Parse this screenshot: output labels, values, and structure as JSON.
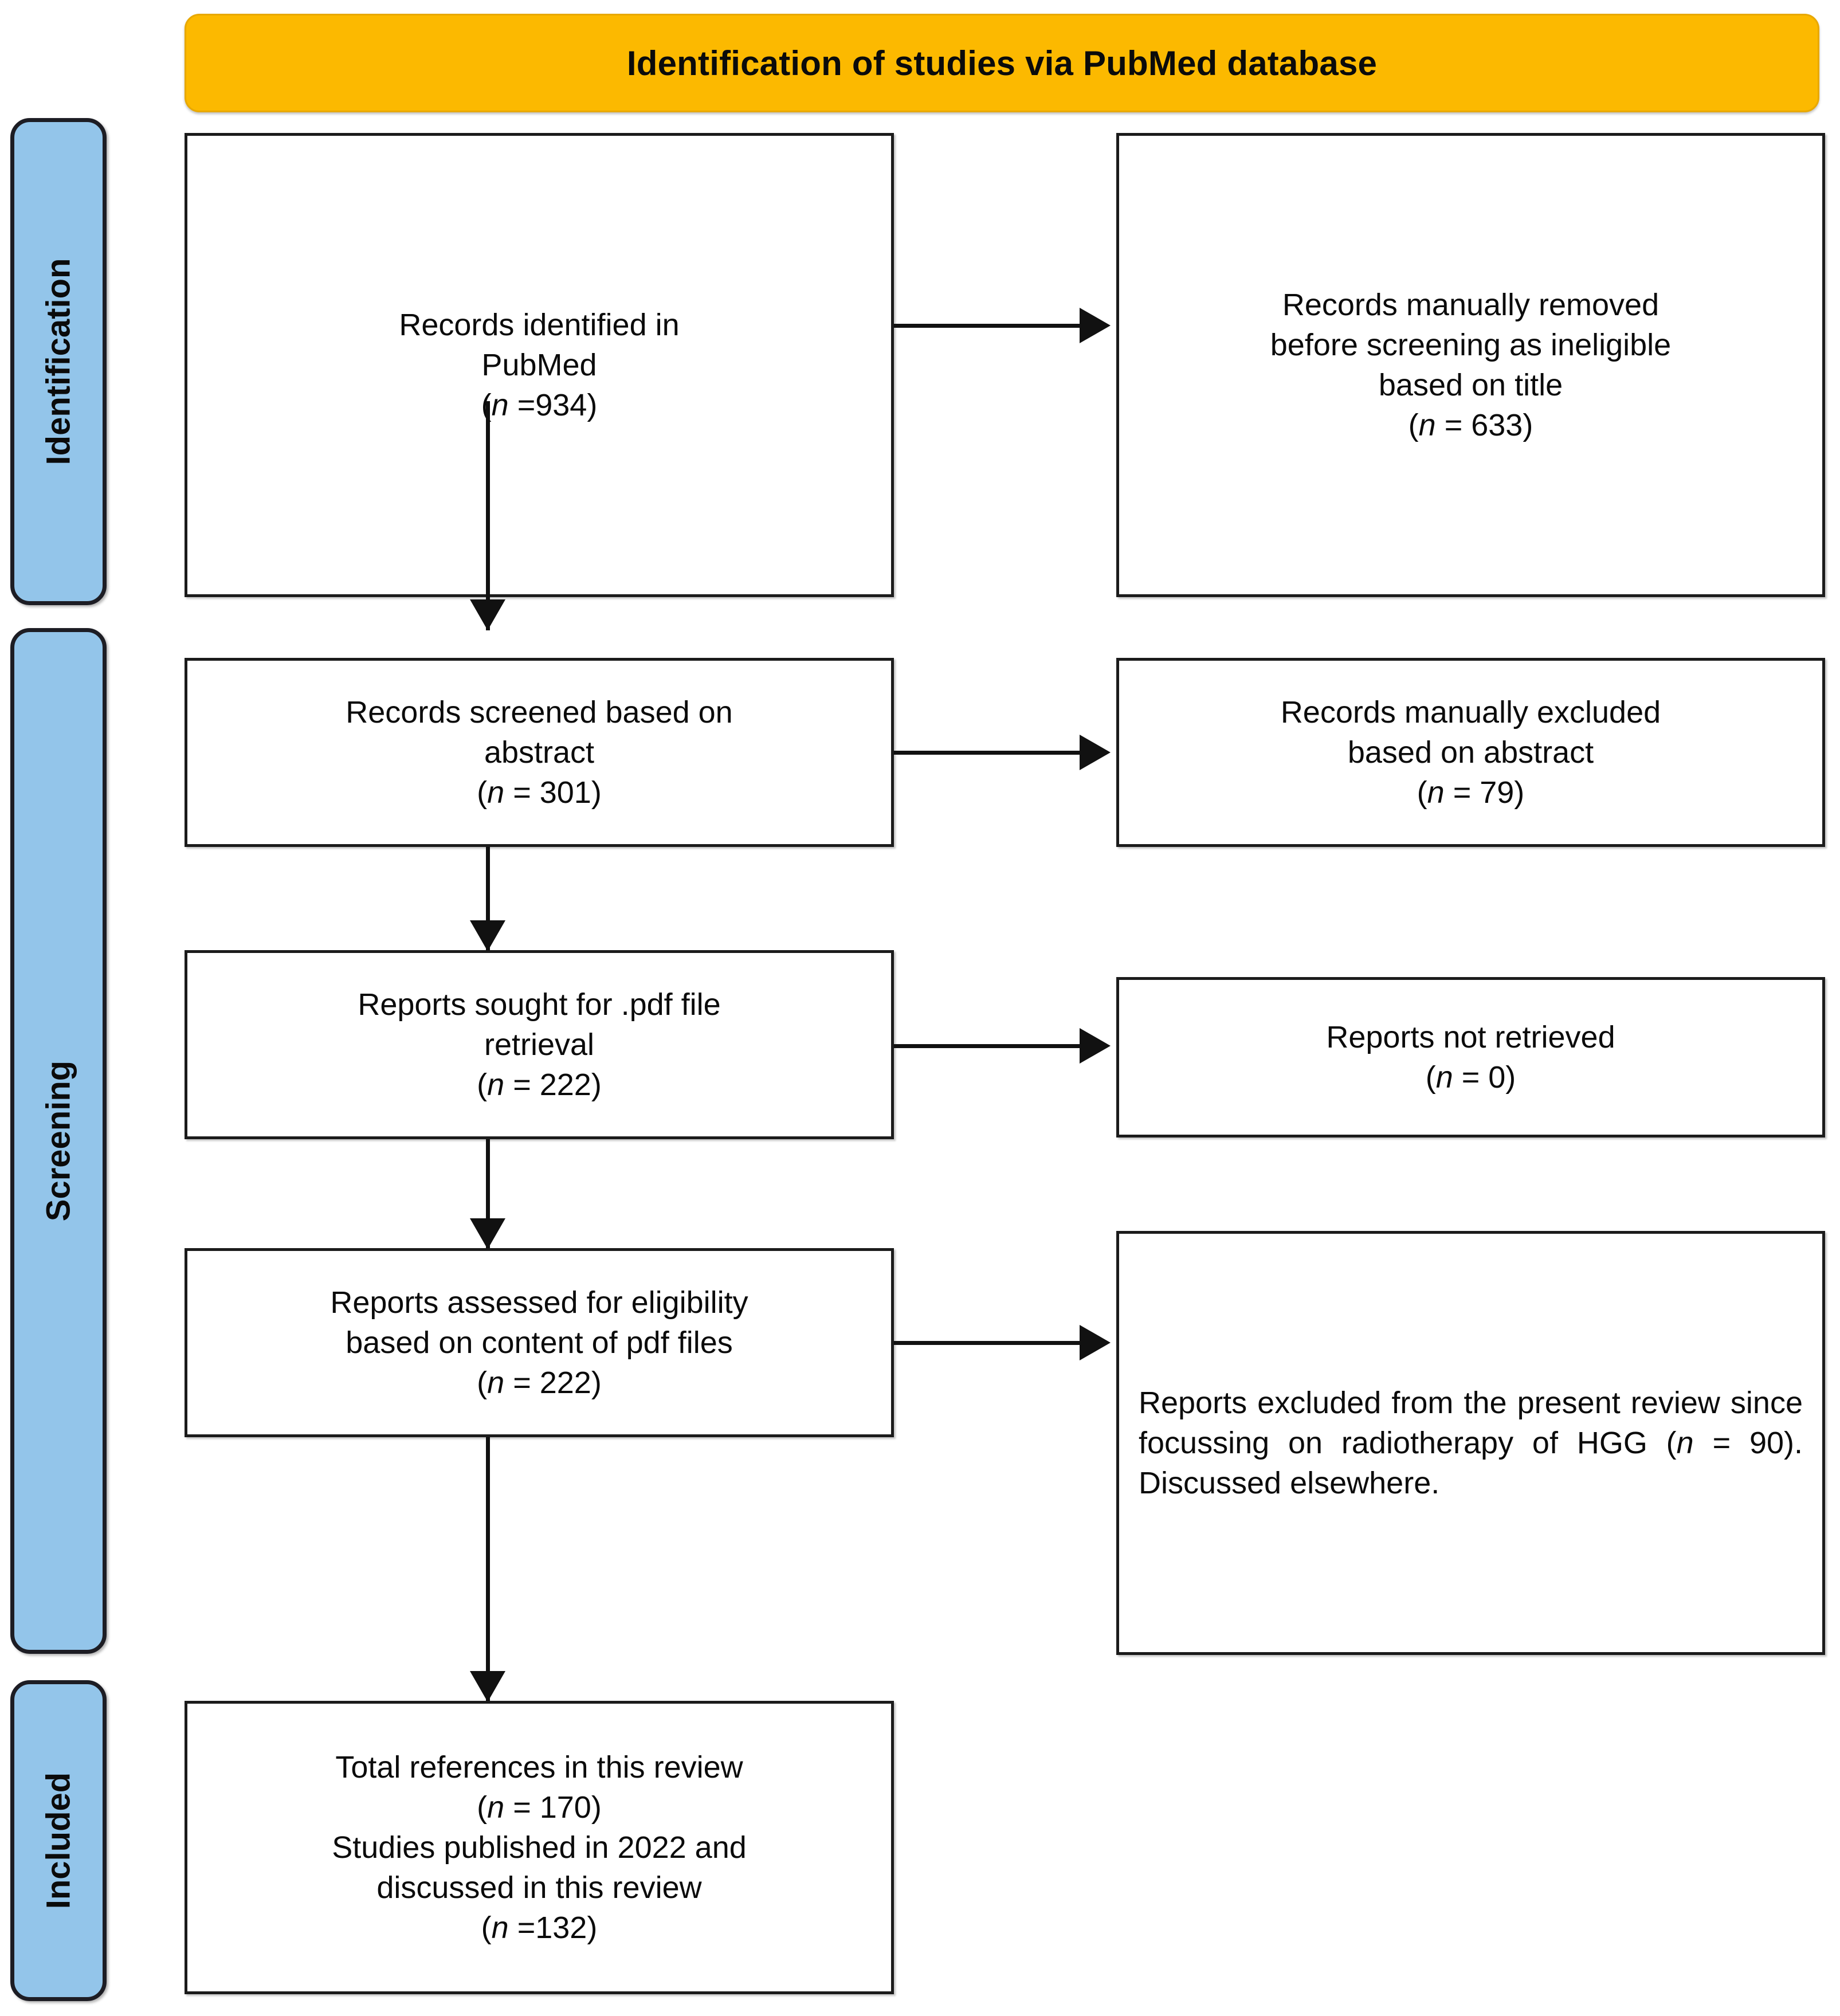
{
  "diagram": {
    "type": "prisma-flow-diagram",
    "header": {
      "title": "Identification of studies via PubMed database",
      "color": "#fcb900"
    },
    "stages": [
      {
        "label": "Identification",
        "color": "#93c5ea"
      },
      {
        "label": "Screening",
        "color": "#93c5ea"
      },
      {
        "label": "Included",
        "color": "#93c5ea"
      }
    ],
    "boxes": {
      "identified": {
        "line1": "Records identified in",
        "line2": "PubMed",
        "count_label": "(n =934)",
        "n": 934
      },
      "removed_before_screening": {
        "line1": "Records manually removed",
        "line2": "before screening as ineligible",
        "line3": "based on title",
        "count_label": "(n = 633)",
        "n": 633
      },
      "screened": {
        "line1": "Records screened based on",
        "line2": "abstract",
        "count_label": "(n = 301)",
        "n": 301
      },
      "excluded_abstract": {
        "line1": "Records manually excluded",
        "line2": "based on abstract",
        "count_label": "(n = 79)",
        "n": 79
      },
      "sought_retrieval": {
        "line1": "Reports sought for .pdf file",
        "line2": "retrieval",
        "count_label": "(n = 222)",
        "n": 222
      },
      "not_retrieved": {
        "line1": "Reports not retrieved",
        "count_label": "(n = 0)",
        "n": 0
      },
      "assessed_eligibility": {
        "line1": "Reports assessed for eligibility",
        "line2": "based on content of pdf files",
        "count_label": "(n = 222)",
        "n": 222
      },
      "excluded_hgg": {
        "text_part1": "Reports excluded from the present review since focussing on radiotherapy of HGG (",
        "italic_n": "n",
        "text_part2": " = 90). Discussed elsewhere.",
        "n": 90
      },
      "included_total": {
        "line1": "Total references in this review",
        "count_label1": "(n = 170)",
        "line2": "Studies published in 2022 and",
        "line3": "discussed in this review",
        "count_label2": "(n =132)",
        "n_total": 170,
        "n_discussed": 132
      }
    }
  }
}
